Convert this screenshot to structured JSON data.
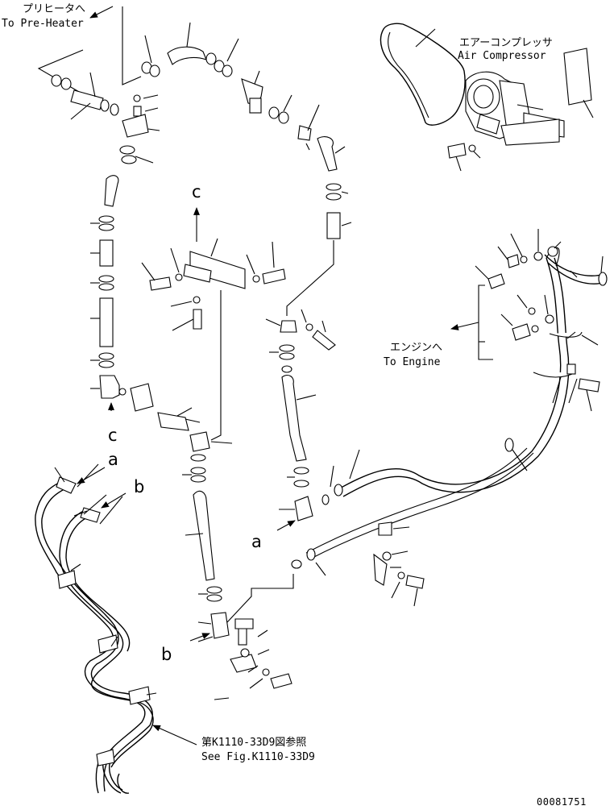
{
  "labels": {
    "pre_heater_jp": "プリヒータへ",
    "pre_heater_en": "To Pre-Heater",
    "air_compressor_jp": "エアーコンプレッサ",
    "air_compressor_en": "Air Compressor",
    "engine_jp": "エンジンへ",
    "engine_en": "To Engine",
    "ref_fig_jp": "第K1110-33D9図参照",
    "ref_fig_en": "See Fig.K1110-33D9",
    "drawing_number": "00081751"
  },
  "connection_letters": {
    "c_top": "c",
    "c_bottom": "c",
    "a_left": "a",
    "a_right": "a",
    "b_left": "b",
    "b_right": "b"
  }
}
